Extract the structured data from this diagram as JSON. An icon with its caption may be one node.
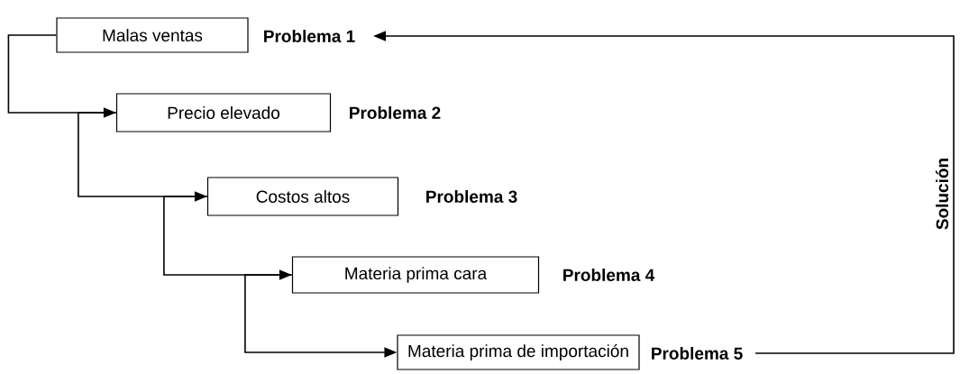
{
  "diagram": {
    "nodes": [
      {
        "text": [
          "Malas ventas"
        ],
        "beside": [
          "Problema 1"
        ]
      },
      {
        "text": [
          "Precio elevado"
        ],
        "beside": [
          "Problema 2"
        ]
      },
      {
        "text": [
          "Costos altos"
        ],
        "beside": [
          "Problema 3"
        ]
      },
      {
        "text": [
          "Materia prima cara"
        ],
        "beside": [
          "Problema 4"
        ]
      },
      {
        "text": [
          "Materia prima de importación"
        ],
        "beside": [
          "Problema 5"
        ]
      }
    ],
    "edges": [
      {
        "from": 0,
        "to": 1,
        "arrow": "to"
      },
      {
        "from": 1,
        "to": 2,
        "arrow": "to"
      },
      {
        "from": 2,
        "to": 3,
        "arrow": "to"
      },
      {
        "from": 3,
        "to": 4,
        "arrow": "to"
      },
      {
        "from": 4,
        "to": 0,
        "arrow": "to",
        "label": "Solución"
      }
    ]
  }
}
